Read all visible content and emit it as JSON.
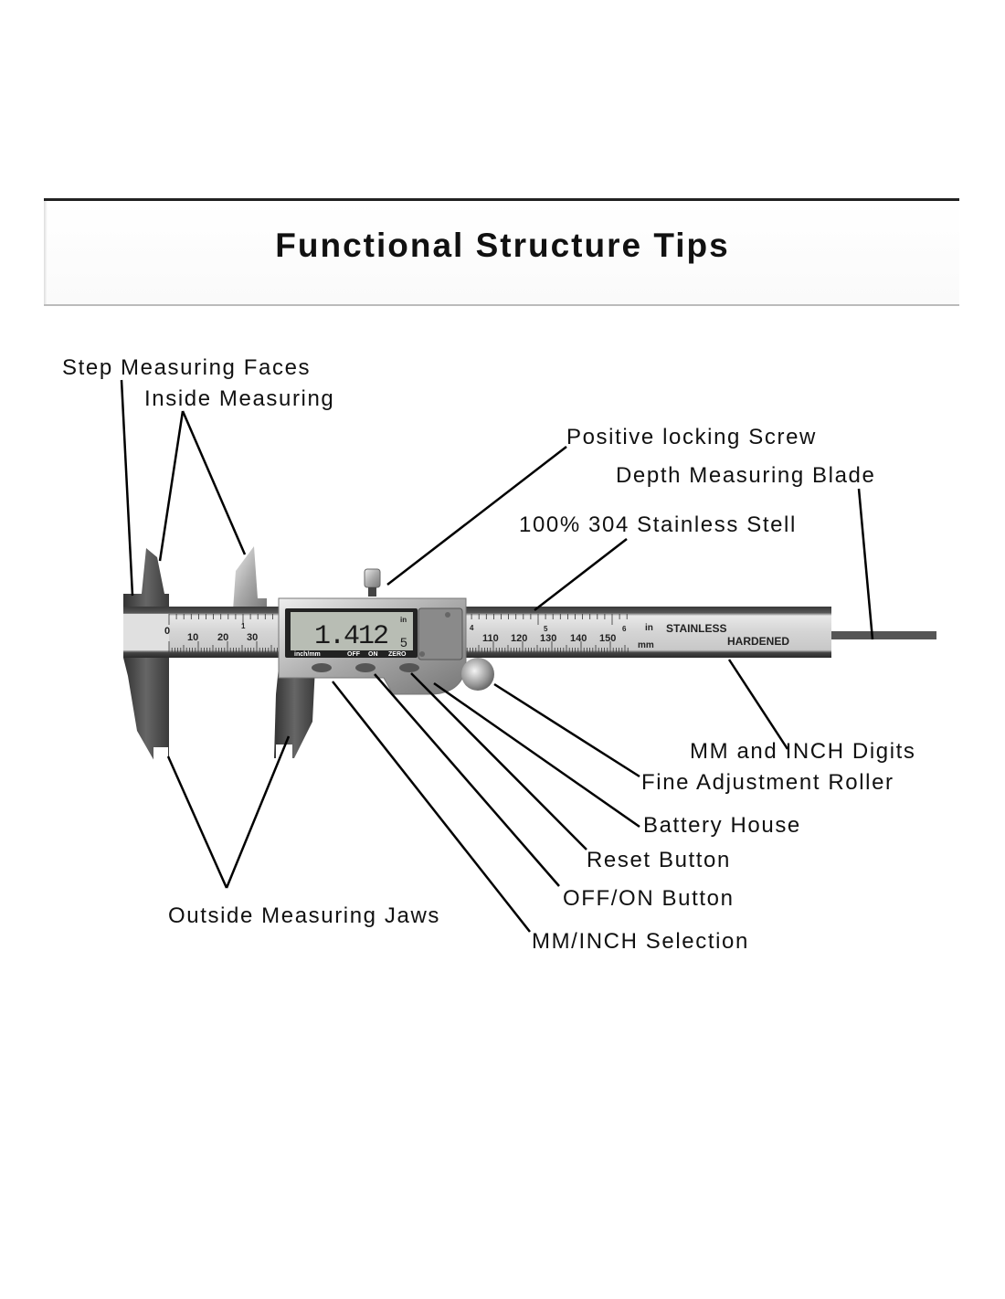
{
  "title": "Functional Structure Tips",
  "labels": {
    "step_faces": "Step Measuring Faces",
    "inside": "Inside Measuring",
    "locking_screw": "Positive locking Screw",
    "depth_blade": "Depth Measuring Blade",
    "stainless": "100% 304 Stainless Stell",
    "digits": "MM and INCH Digits",
    "roller": "Fine Adjustment Roller",
    "battery": "Battery House",
    "reset": "Reset Button",
    "offon": "OFF/ON Button",
    "outside_jaws": "Outside Measuring Jaws",
    "selection": "MM/INCH Selection"
  },
  "caliper": {
    "display_value": "1.412",
    "display_unit": "in",
    "display_sub": "5",
    "buttons": [
      "inch/mm",
      "OFF",
      "ON",
      "ZERO"
    ],
    "scale_left": [
      "0",
      "10",
      "20",
      "30"
    ],
    "scale_right": [
      "110",
      "120",
      "130",
      "140",
      "150"
    ],
    "inch_marks": [
      "1",
      "4",
      "5",
      "6"
    ],
    "unit_in": "in",
    "unit_mm": "mm",
    "text_stainless": "STAINLESS",
    "text_hardened": "HARDENED"
  }
}
